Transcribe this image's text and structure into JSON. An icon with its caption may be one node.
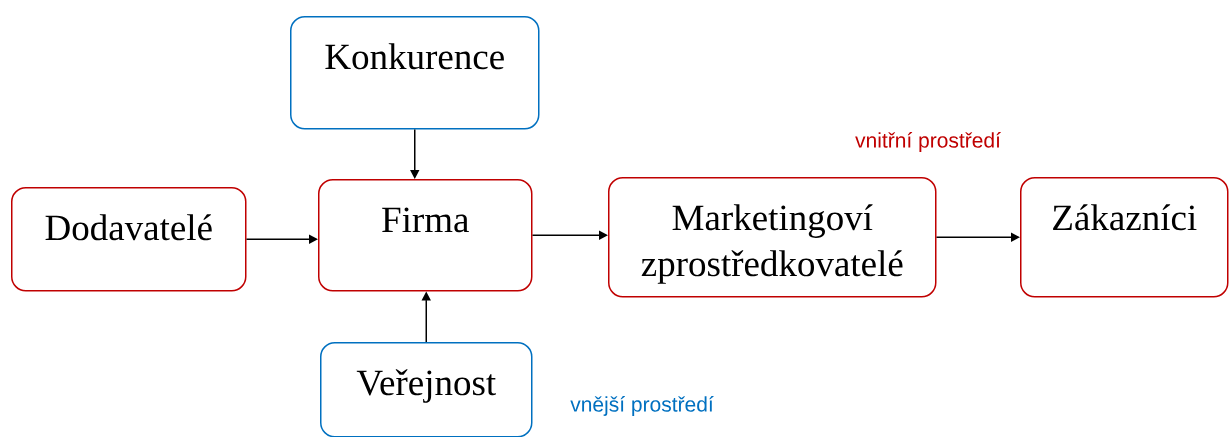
{
  "diagram": {
    "nodes": [
      {
        "text": [
          "Konkurence"
        ]
      },
      {
        "text": [
          "Dodavatelé"
        ]
      },
      {
        "text": [
          "Firma"
        ]
      },
      {
        "text": [
          "Marketingoví zprostředkovatelé"
        ]
      },
      {
        "text": [
          "Zákazníci"
        ]
      },
      {
        "text": [
          "Veřejnost"
        ]
      }
    ],
    "edges": [
      {
        "from": 0,
        "to": 2,
        "arrow": "to"
      },
      {
        "from": 1,
        "to": 2,
        "arrow": "to"
      },
      {
        "from": 2,
        "to": 3,
        "arrow": "to"
      },
      {
        "from": 3,
        "to": 4,
        "arrow": "to"
      },
      {
        "from": 5,
        "to": 2,
        "arrow": "to"
      }
    ],
    "labels": [
      "vnitřní prostředí",
      "vnější prostředí"
    ]
  }
}
